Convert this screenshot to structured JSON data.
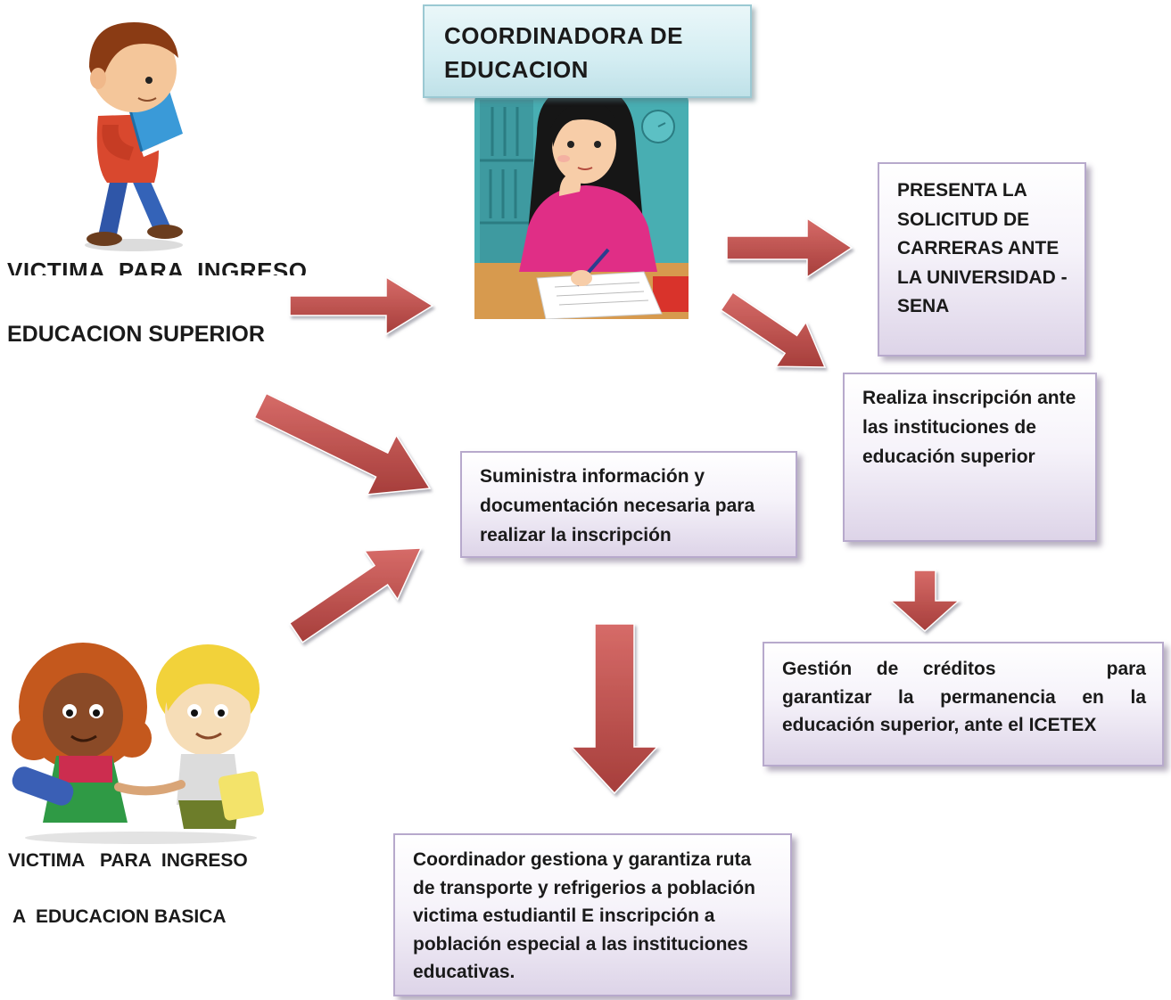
{
  "title_box": {
    "text": "COORDINADORA   DE EDUCACION"
  },
  "labels": {
    "higher_line1": "VICTIMA  PARA  INGRESO",
    "higher_line2": "EDUCACION SUPERIOR",
    "basic_line1": "VICTIMA   PARA  INGRESO",
    "basic_line2": "A  EDUCACION BASICA"
  },
  "boxes": {
    "presenta": "PRESENTA  LA SOLICITUD  DE CARRERAS ANTE  LA UNIVERSIDAD - SENA",
    "realiza": "Realiza inscripción ante las instituciones de educación superior",
    "suministra": "Suministra   información y documentación necesaria para realizar la inscripción",
    "gestion": "Gestión  de  créditos         para garantizar  la  permanencia  en  la educación superior, ante el ICETEX",
    "coordinador": "Coordinador   gestiona  y garantiza ruta  de transporte  y  refrigerios a población victima  estudiantil E inscripción   a población especial  a las instituciones educativas."
  },
  "colors": {
    "arrow": "#c0504d",
    "box_border": "#b7a9cc",
    "title_bg": "#d3edf2"
  }
}
